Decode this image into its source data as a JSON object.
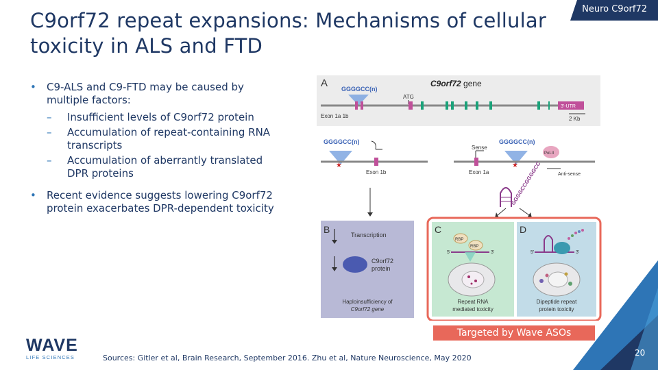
{
  "header": {
    "title": "C9orf72 repeat expansions: Mechanisms of cellular toxicity in ALS and FTD",
    "tag": "Neuro C9orf72"
  },
  "bullets": {
    "b1": "C9-ALS and C9-FTD may be caused by multiple factors:",
    "b1_sub": [
      "Insufficient levels of C9orf72 protein",
      "Accumulation of repeat-containing RNA transcripts",
      "Accumulation of aberrantly translated DPR proteins"
    ],
    "b2": "Recent evidence suggests lowering C9orf72 protein exacerbates DPR-dependent toxicity"
  },
  "diagram": {
    "panel_a": {
      "letter": "A",
      "gene_label": "C9orf72",
      "gene_suffix": " gene",
      "repeat": "GGGGCC(n)",
      "atg": "ATG",
      "exons": "Exon 1a 1b",
      "utr": "3'-UTR",
      "scale": "2 Kb"
    },
    "left_track": {
      "repeat": "GGGGCC(n)",
      "exon": "Exon 1b"
    },
    "right_track": {
      "sense": "Sense",
      "repeat": "GGGGCC(n)",
      "exon": "Exon 1a",
      "pol": "Pol-II",
      "antisense": "Anti-sense",
      "rna": "GGGGCCGGGGCC"
    },
    "panel_b": {
      "letter": "B",
      "transcription": "Transcription",
      "protein_line1": "C9orf72",
      "protein_line2": "protein",
      "caption_line1": "Haploinsufficiency of",
      "caption_line2": "C9orf72 gene"
    },
    "panel_c": {
      "letter": "C",
      "rbp": "RBP",
      "five": "5'",
      "three": "3'",
      "caption_line1": "Repeat RNA",
      "caption_line2": "mediated toxicity"
    },
    "panel_d": {
      "letter": "D",
      "five": "5'",
      "three": "3'",
      "caption_line1": "Dipeptide repeat",
      "caption_line2": "protein toxicity"
    }
  },
  "targeted": "Targeted by Wave ASOs",
  "logo": {
    "name": "WAVE",
    "sub": "LIFE SCIENCES"
  },
  "sources": "Sources: Gitler et al, Brain Research, September 2016.  Zhu et al, Nature Neuroscience, May 2020",
  "page_number": "20",
  "colors": {
    "navy": "#1f3864",
    "accent": "#2e75b6",
    "coral": "#e8685a",
    "magenta": "#c0509a"
  }
}
